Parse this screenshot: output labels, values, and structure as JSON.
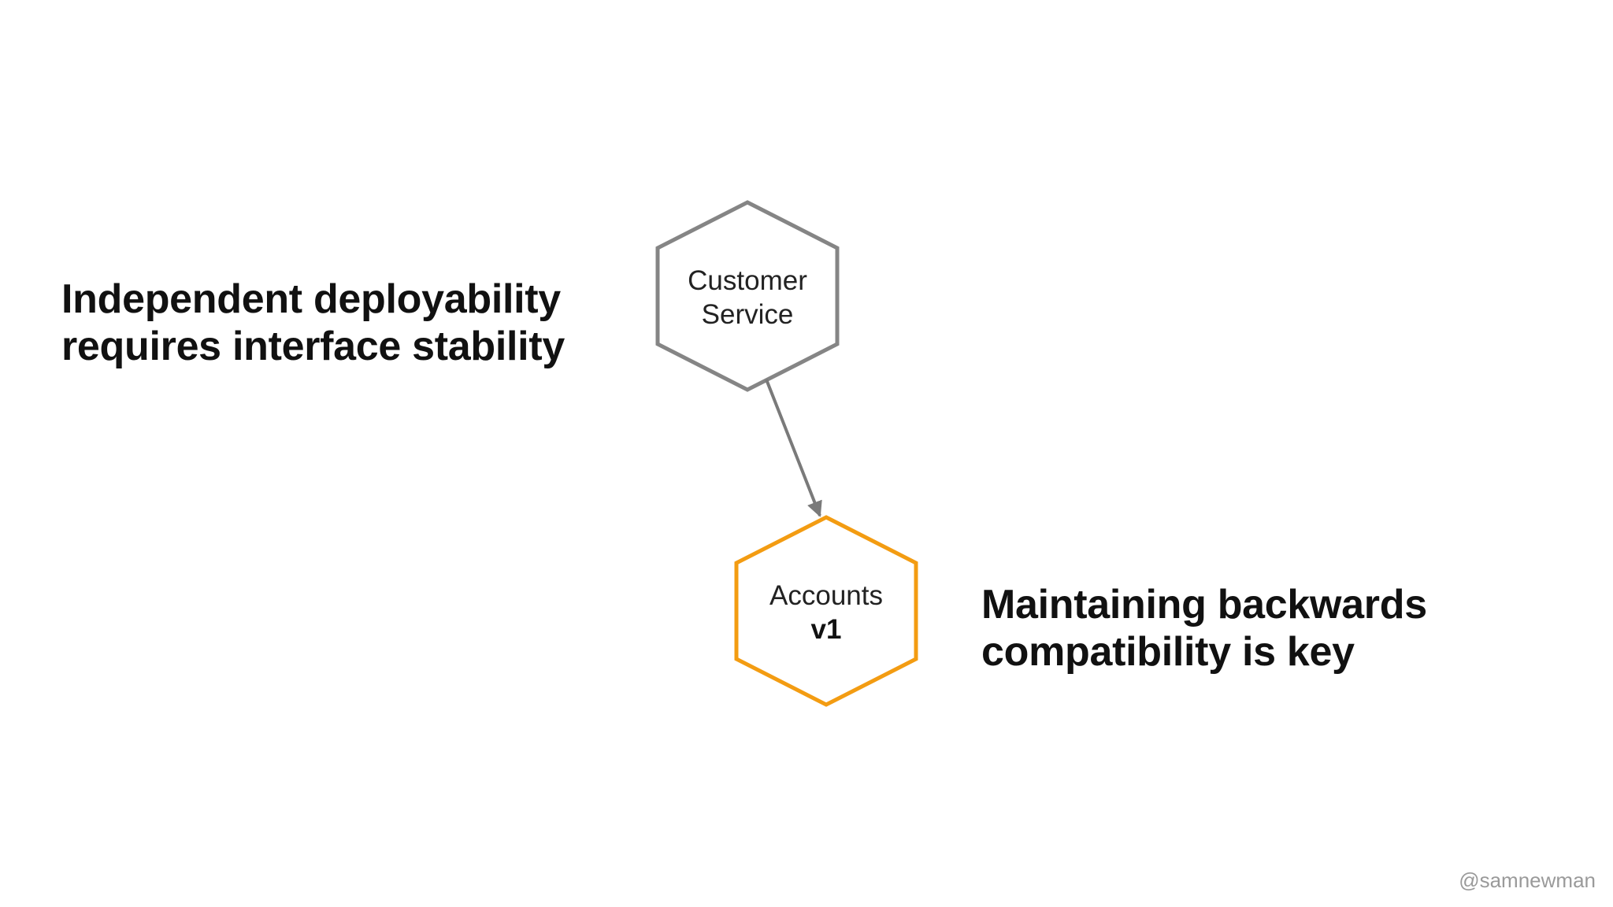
{
  "left_text": {
    "line1": "Independent deployability",
    "line2": "requires interface stability"
  },
  "right_text": {
    "line1": "Maintaining backwards",
    "line2": "compatibility is key"
  },
  "nodes": {
    "customer_service": {
      "line1": "Customer",
      "line2": "Service",
      "color": "#858585"
    },
    "accounts": {
      "line1": "Accounts",
      "line2": "v1",
      "color": "#F39C12"
    }
  },
  "edge": {
    "from": "Customer Service",
    "to": "Accounts v1",
    "color": "#7a7a7a"
  },
  "footer": {
    "handle": "@samnewman"
  }
}
